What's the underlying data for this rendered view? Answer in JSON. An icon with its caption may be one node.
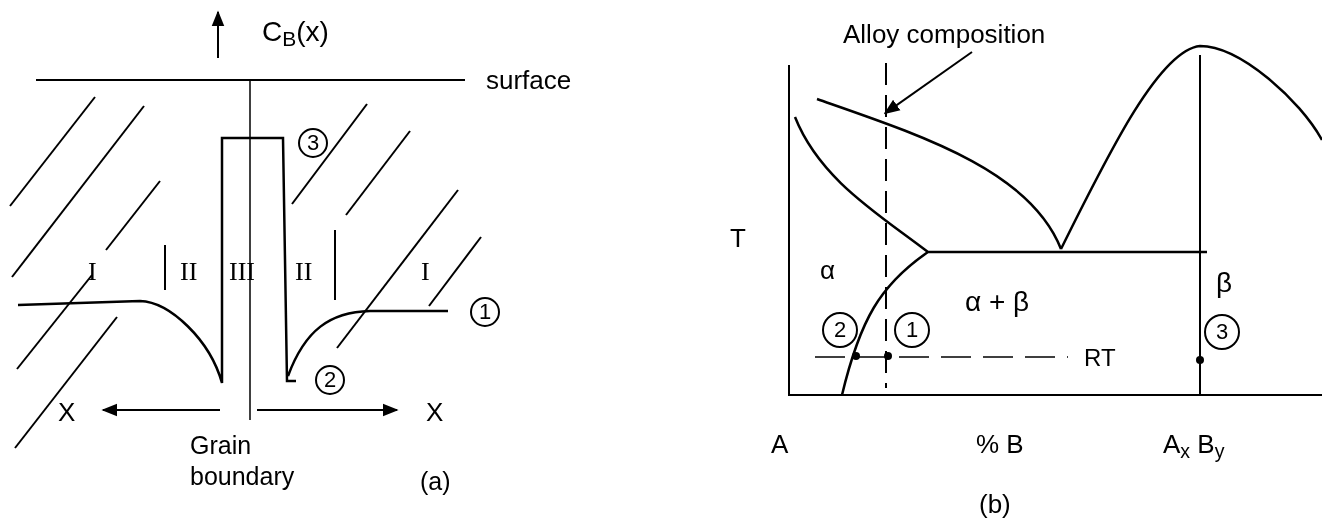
{
  "diagram": {
    "nodes": [
      {
        "text": [
          "3"
        ]
      },
      {
        "text": [
          "1"
        ]
      },
      {
        "text": [
          "2"
        ]
      },
      {
        "text": [
          "Alloy composition"
        ]
      },
      {
        "text": [
          "2"
        ]
      },
      {
        "text": [
          "1"
        ]
      },
      {
        "text": [
          "3"
        ]
      },
      {
        "text": [],
        "shape": "line"
      }
    ],
    "edges": [
      {
        "from": 3,
        "to": 7,
        "arrow": "to"
      }
    ],
    "labels": [
      "C$_{B}$(x)",
      "surface",
      "I",
      "II",
      "III",
      "II",
      "I",
      "X",
      "X",
      "Grain boundary",
      "(a)",
      "T",
      "α",
      "α + β",
      "β",
      "RT",
      "A",
      "% B",
      "A$_{x}$ B$_{y}$",
      "(b)"
    ]
  }
}
